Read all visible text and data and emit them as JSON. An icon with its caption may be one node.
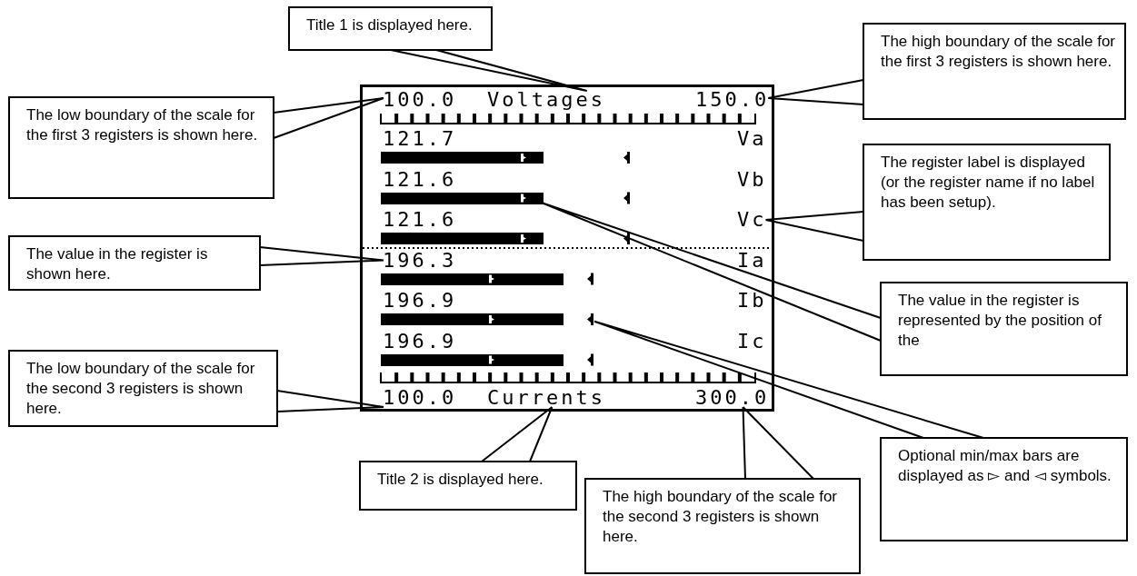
{
  "diagram": {
    "nodes": [
      {
        "text": [],
        "shape": "box"
      },
      {
        "text": [
          "100.0"
        ],
        "in": 0
      },
      {
        "text": [
          "Voltages"
        ],
        "in": 0
      },
      {
        "text": [
          "150.0"
        ],
        "in": 0
      },
      {
        "text": [
          "121.7"
        ],
        "in": 0
      },
      {
        "text": [
          "Va"
        ],
        "in": 0
      },
      {
        "text": [],
        "shape": "bar",
        "in": 0
      },
      {
        "text": [
          "121.6"
        ],
        "in": 0
      },
      {
        "text": [
          "Vb"
        ],
        "in": 0
      },
      {
        "text": [],
        "shape": "bar",
        "in": 0
      },
      {
        "text": [
          "121.6"
        ],
        "in": 0
      },
      {
        "text": [
          "Vc"
        ],
        "in": 0
      },
      {
        "text": [],
        "shape": "bar",
        "in": 0
      },
      {
        "text": [
          "196.3"
        ],
        "in": 0
      },
      {
        "text": [
          "Ia"
        ],
        "in": 0
      },
      {
        "text": [],
        "shape": "bar",
        "in": 0
      },
      {
        "text": [
          "196.9"
        ],
        "in": 0
      },
      {
        "text": [
          "Ib"
        ],
        "in": 0
      },
      {
        "text": [],
        "shape": "bar",
        "in": 0
      },
      {
        "text": [],
        "shape": "triangle",
        "in": 0
      },
      {
        "text": [
          "196.9"
        ],
        "in": 0
      },
      {
        "text": [
          "Ic"
        ],
        "in": 0
      },
      {
        "text": [],
        "shape": "bar",
        "in": 0
      },
      {
        "text": [
          "100.0"
        ],
        "in": 0
      },
      {
        "text": [
          "Currents"
        ],
        "in": 0
      },
      {
        "text": [
          "300.0"
        ],
        "in": 0
      },
      {
        "text": [
          "Title 1 is displayed here."
        ]
      },
      {
        "text": [
          "The high boundary of the scale for the first 3 registers is shown here."
        ]
      },
      {
        "text": [
          "The low boundary of the scale for the first 3 registers is shown here."
        ]
      },
      {
        "text": [
          "The register label is displayed (or the register name if no label has been setup)."
        ]
      },
      {
        "text": [
          "The value in the register is shown here."
        ]
      },
      {
        "text": [
          "The value in the register is represented by the position of the"
        ]
      },
      {
        "text": [
          "The low boundary of the scale for the second 3 registers is shown here."
        ]
      },
      {
        "text": [
          "Title 2 is displayed here."
        ]
      },
      {
        "text": [
          "Optional min/max bars are displayed as ▻ and ◅ symbols."
        ]
      },
      {
        "text": [
          "The high boundary of the scale for the second 3 registers is shown here."
        ]
      }
    ],
    "edges": [
      {
        "from": 26,
        "to": 2,
        "arrow": "none"
      },
      {
        "from": 27,
        "to": 3,
        "arrow": "none"
      },
      {
        "from": 28,
        "to": 1,
        "arrow": "none"
      },
      {
        "from": 29,
        "to": 11,
        "arrow": "none"
      },
      {
        "from": 30,
        "to": 13,
        "arrow": "none"
      },
      {
        "from": 31,
        "to": 9,
        "arrow": "none"
      },
      {
        "from": 32,
        "to": 23,
        "arrow": "none"
      },
      {
        "from": 33,
        "to": 24,
        "arrow": "none"
      },
      {
        "from": 34,
        "to": 19,
        "arrow": "none"
      },
      {
        "from": 35,
        "to": 25,
        "arrow": "none"
      }
    ]
  }
}
